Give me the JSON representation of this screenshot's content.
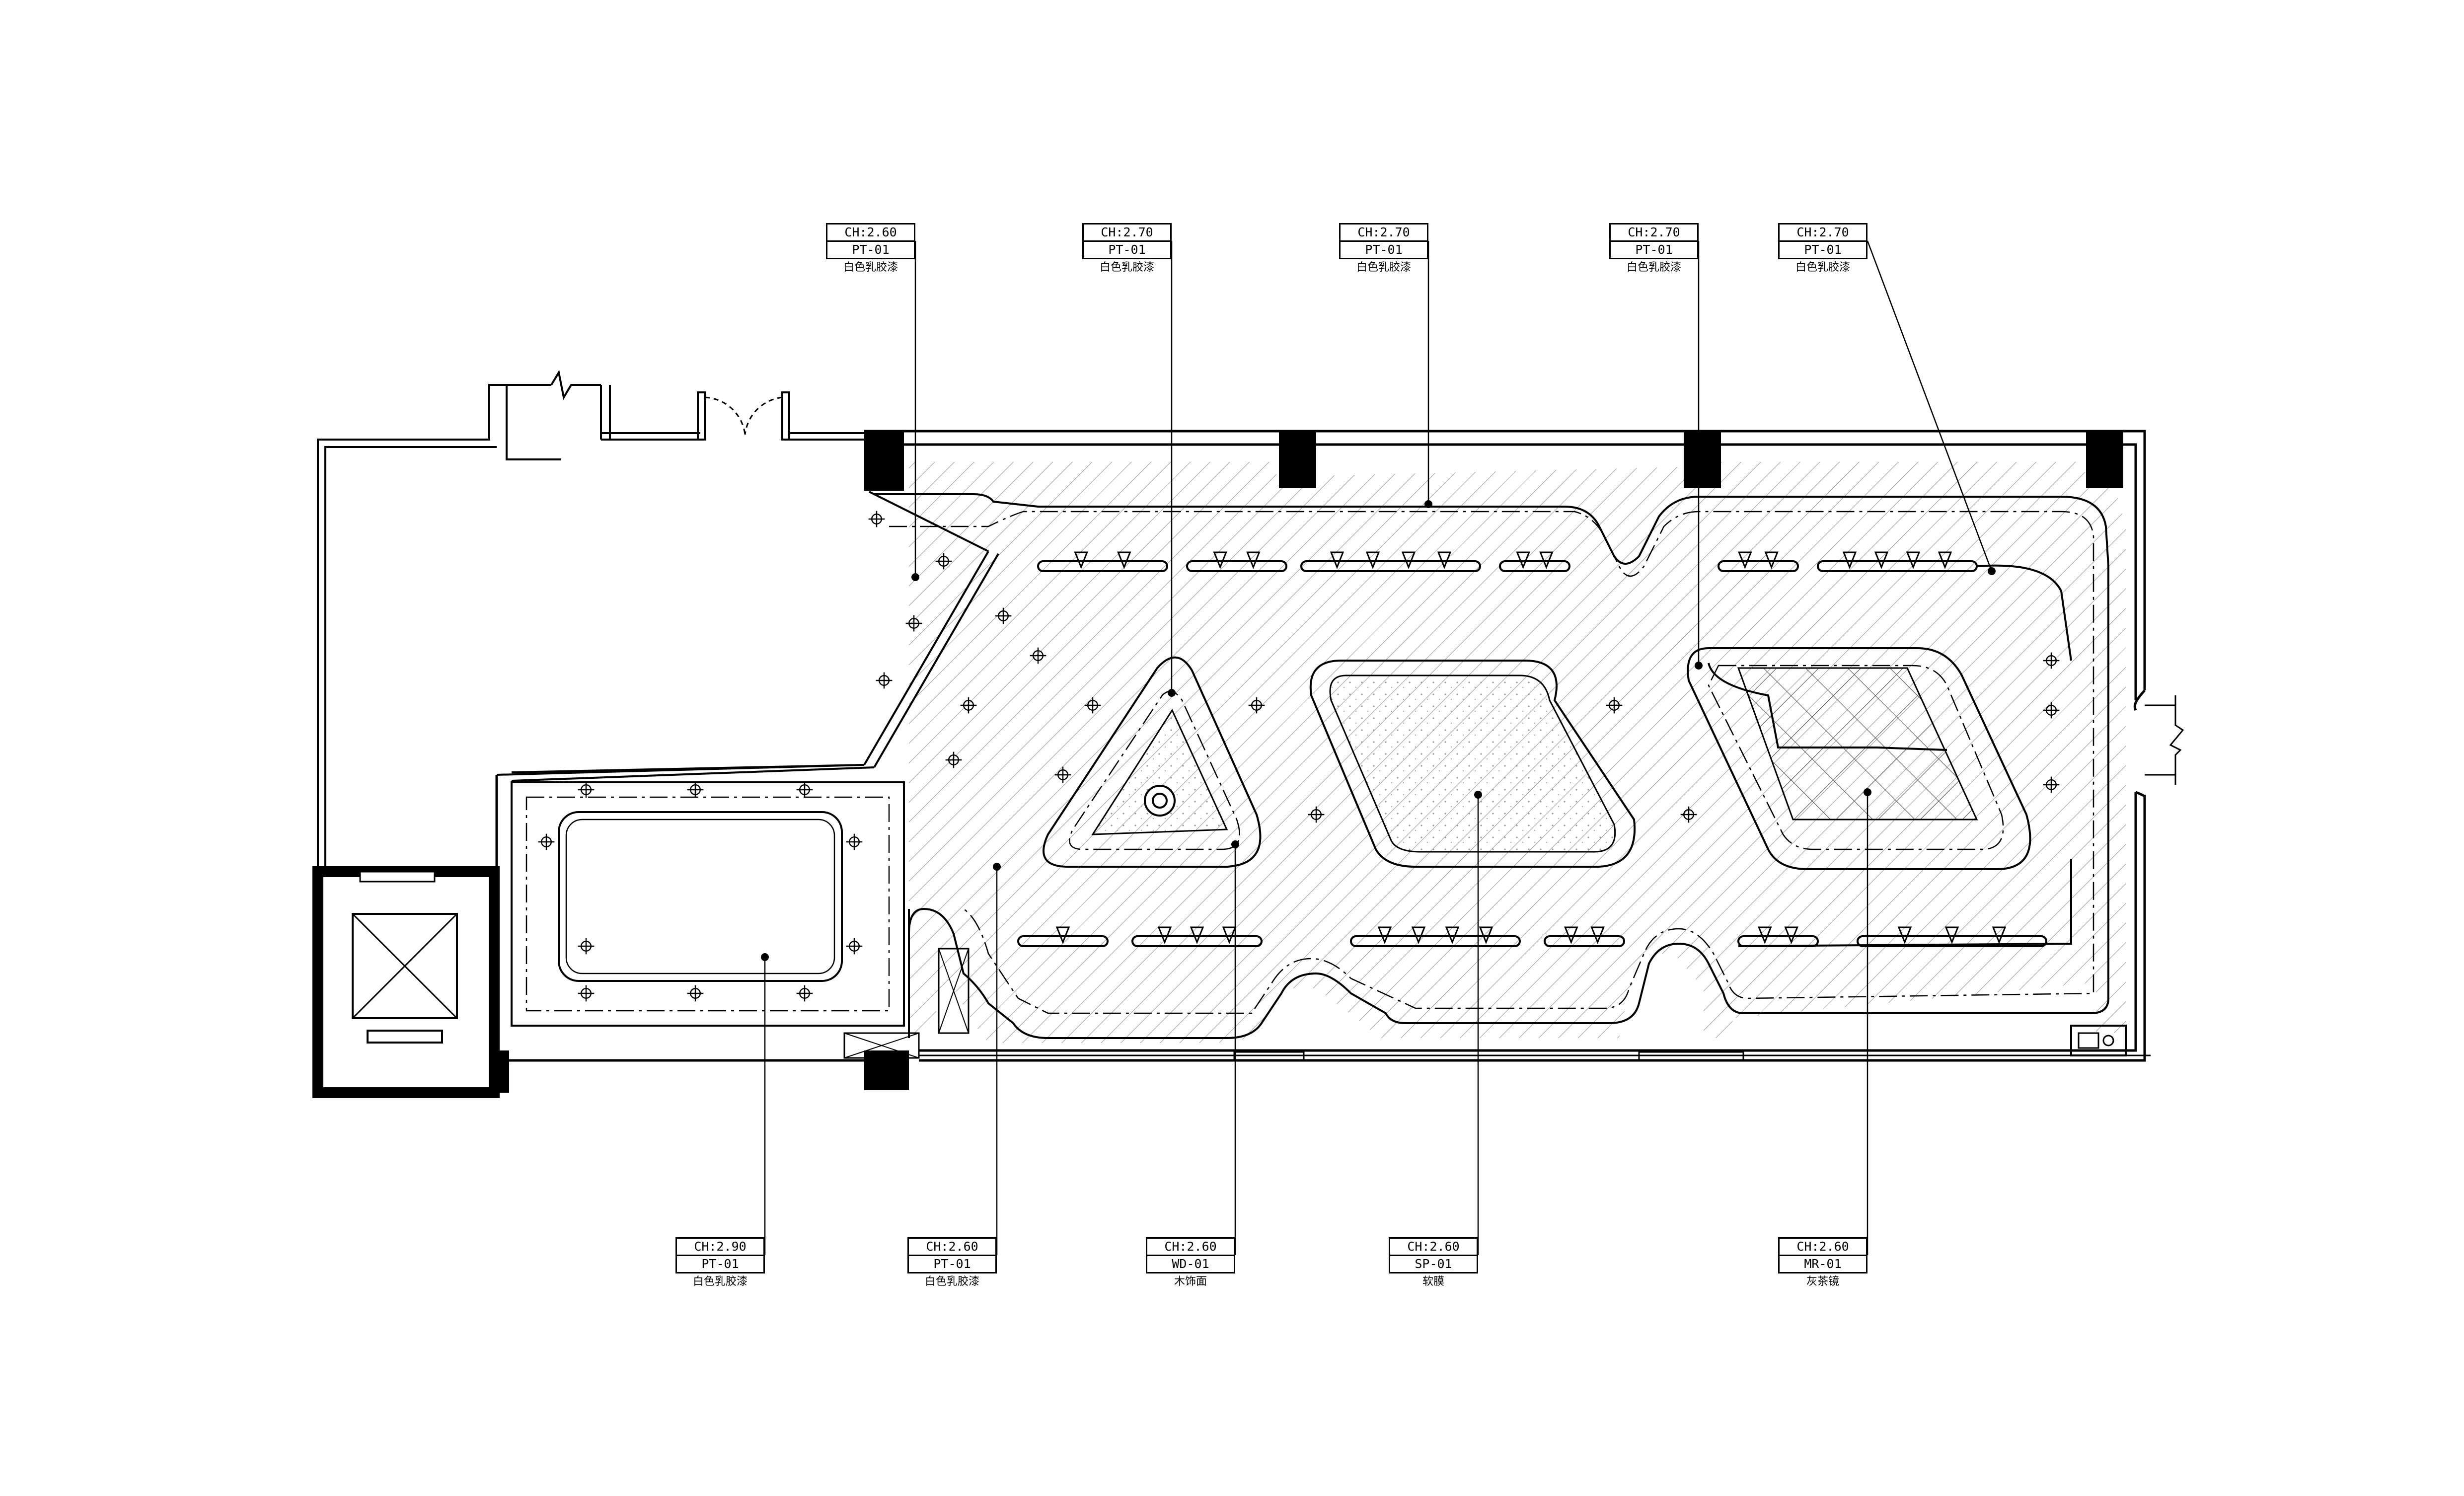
{
  "drawing": {
    "type": "reflected ceiling plan"
  },
  "ceiling_tags": [
    {
      "id": "t1",
      "height": "CH:2.60",
      "code": "PT-01",
      "material": "白色乳胶漆"
    },
    {
      "id": "t2",
      "height": "CH:2.70",
      "code": "PT-01",
      "material": "白色乳胶漆"
    },
    {
      "id": "t3",
      "height": "CH:2.70",
      "code": "PT-01",
      "material": "白色乳胶漆"
    },
    {
      "id": "t4",
      "height": "CH:2.70",
      "code": "PT-01",
      "material": "白色乳胶漆"
    },
    {
      "id": "t5",
      "height": "CH:2.70",
      "code": "PT-01",
      "material": "白色乳胶漆"
    },
    {
      "id": "b1",
      "height": "CH:2.90",
      "code": "PT-01",
      "material": "白色乳胶漆"
    },
    {
      "id": "b2",
      "height": "CH:2.60",
      "code": "PT-01",
      "material": "白色乳胶漆"
    },
    {
      "id": "b3",
      "height": "CH:2.60",
      "code": "WD-01",
      "material": "木饰面"
    },
    {
      "id": "b4",
      "height": "CH:2.60",
      "code": "SP-01",
      "material": "软膜"
    },
    {
      "id": "b5",
      "height": "CH:2.60",
      "code": "MR-01",
      "material": "灰茶镜"
    }
  ]
}
